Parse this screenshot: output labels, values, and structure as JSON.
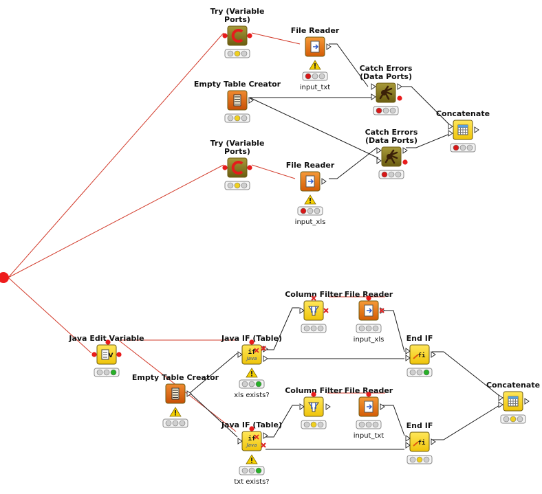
{
  "nodes": [
    {
      "id": "try1",
      "title": "Try (Variable\nPorts)",
      "status": "idle",
      "type": "try",
      "label": ""
    },
    {
      "id": "fr1",
      "title": "File Reader",
      "status": "red",
      "type": "reader",
      "label": "input_txt",
      "warn": true
    },
    {
      "id": "catch1",
      "title": "Catch Errors\n(Data Ports)",
      "status": "red",
      "type": "catch",
      "label": ""
    },
    {
      "id": "empty1",
      "title": "Empty Table Creator",
      "status": "idle",
      "type": "empty",
      "label": ""
    },
    {
      "id": "concat1",
      "title": "Concatenate",
      "status": "red",
      "type": "concat",
      "label": ""
    },
    {
      "id": "try2",
      "title": "Try (Variable\nPorts)",
      "status": "idle",
      "type": "try",
      "label": ""
    },
    {
      "id": "catch2",
      "title": "Catch Errors\n(Data Ports)",
      "status": "red",
      "type": "catch",
      "label": ""
    },
    {
      "id": "fr2",
      "title": "File Reader",
      "status": "red",
      "type": "reader",
      "label": "input_xls",
      "warn": true
    },
    {
      "id": "jev",
      "title": "Java Edit Variable",
      "status": "green",
      "type": "javaedit",
      "label": ""
    },
    {
      "id": "colf1",
      "title": "Column Filter",
      "status": "gray",
      "type": "colfilter",
      "label": ""
    },
    {
      "id": "fr3",
      "title": "File Reader",
      "status": "gray",
      "type": "reader",
      "label": "input_xls"
    },
    {
      "id": "jif1",
      "title": "Java IF (Table)",
      "status": "green",
      "type": "javaif",
      "label": "xls exists?",
      "warn": true
    },
    {
      "id": "endif1",
      "title": "End IF",
      "status": "green",
      "type": "endif",
      "label": ""
    },
    {
      "id": "empty2",
      "title": "Empty Table Creator",
      "status": "gray",
      "type": "empty",
      "label": "",
      "warn": true
    },
    {
      "id": "concat2",
      "title": "Concatenate",
      "status": "idle",
      "type": "concat",
      "label": ""
    },
    {
      "id": "colf2",
      "title": "Column Filter",
      "status": "idle",
      "type": "colfilter",
      "label": ""
    },
    {
      "id": "fr4",
      "title": "File Reader",
      "status": "gray",
      "type": "reader",
      "label": "input_txt"
    },
    {
      "id": "jif2",
      "title": "Java IF (Table)",
      "status": "green",
      "type": "javaif",
      "label": "txt exists?",
      "warn": true
    },
    {
      "id": "endif2",
      "title": "End IF",
      "status": "idle",
      "type": "endif",
      "label": ""
    }
  ],
  "colors": {
    "try": "#8a7a1e",
    "catch": "#8a7a1e",
    "reader": "#e07010",
    "empty": "#d86410",
    "yellow": "#f3d21a",
    "wire_data": "#1a1a1a",
    "wire_flow": "#d23a2a",
    "light_red": "#d81818",
    "light_yellow": "#f0d020",
    "light_green": "#28b028",
    "light_off": "#d4d4d4"
  }
}
